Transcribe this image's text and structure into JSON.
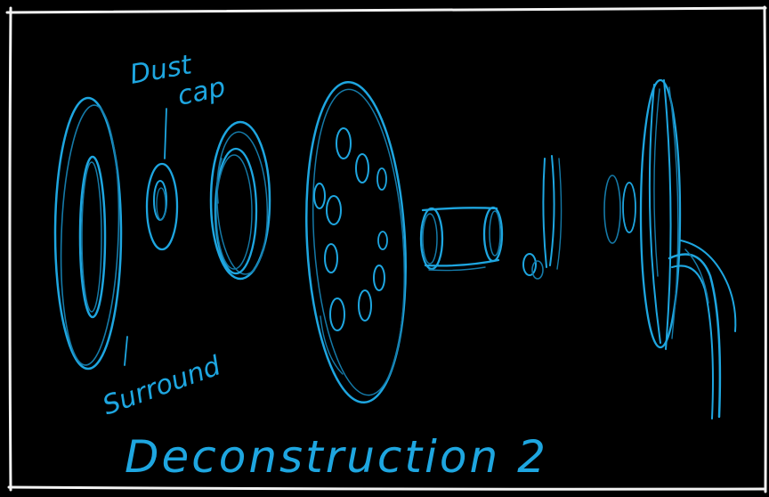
{
  "colors": {
    "background": "#000000",
    "frame": "#f2f2f2",
    "sketch": "#1ea6e0",
    "sketch_faint": "#157aa8"
  },
  "labels": {
    "dust_cap": [
      "Dust",
      "cap"
    ],
    "surround": "Surround",
    "title": "Deconstruction 2"
  }
}
